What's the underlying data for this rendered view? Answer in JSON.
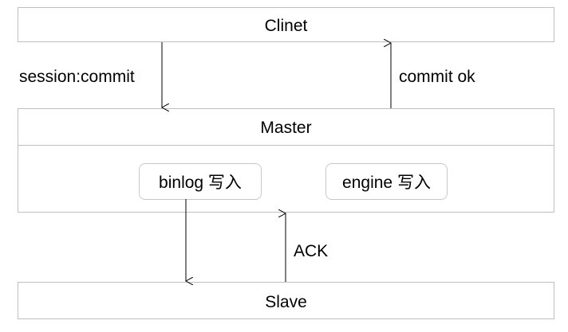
{
  "client": {
    "label": "Clinet"
  },
  "master": {
    "label": "Master",
    "binlog_label": "binlog 写入",
    "engine_label": "engine 写入"
  },
  "slave": {
    "label": "Slave"
  },
  "edges": {
    "session_commit": "session:commit",
    "commit_ok": "commit ok",
    "ack": "ACK"
  }
}
